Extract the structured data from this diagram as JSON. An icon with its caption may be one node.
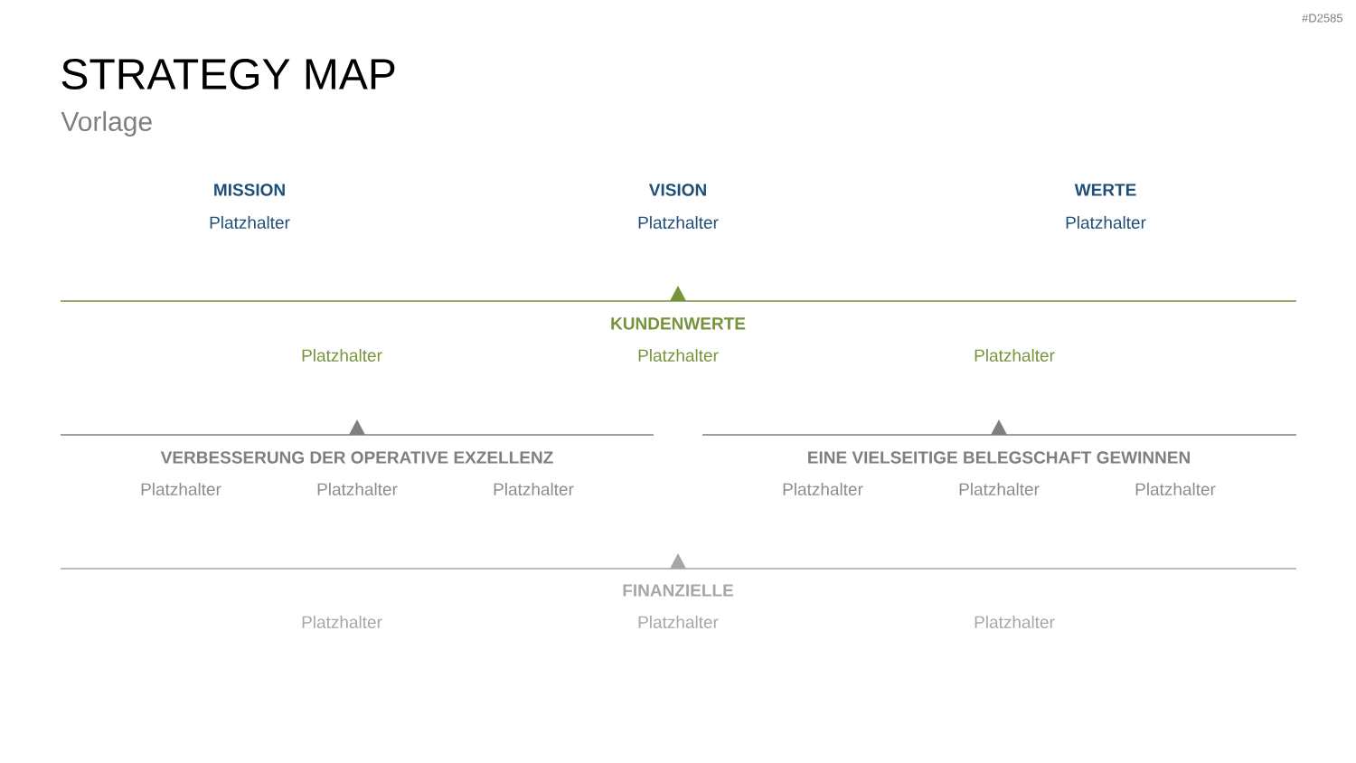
{
  "diagram": {
    "title": "STRATEGY MAP",
    "labels": [
      "#D2585",
      "Vorlage",
      "MISSION",
      "VISION",
      "WERTE",
      "Platzhalter",
      "Platzhalter",
      "Platzhalter",
      "KUNDENWERTE",
      "Platzhalter",
      "Platzhalter",
      "Platzhalter",
      "VERBESSERUNG DER OPERATIVE EXZELLENZ",
      "EINE VIELSEITIGE BELEGSCHAFT GEWINNEN",
      "Platzhalter",
      "Platzhalter",
      "Platzhalter",
      "Platzhalter",
      "Platzhalter",
      "Platzhalter",
      "FINANZIELLE",
      "Platzhalter",
      "Platzhalter",
      "Platzhalter"
    ]
  }
}
